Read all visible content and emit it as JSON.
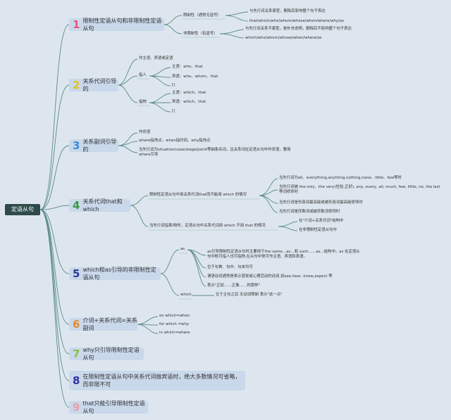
{
  "root": {
    "label": "定语从句"
  },
  "topics": [
    {
      "num": "1",
      "label": "限制性定语从句和非限制性定语从句",
      "num_color": "#e05a78"
    },
    {
      "num": "2",
      "label": "关系代词引导的",
      "num_color": "#e0c020"
    },
    {
      "num": "3",
      "label": "关系副词引导的",
      "num_color": "#3a8ad8"
    },
    {
      "num": "4",
      "label": "关系代词that和which",
      "num_color": "#3a9a3a"
    },
    {
      "num": "5",
      "label": "which和as引导的非限制性定语从句",
      "num_color": "#2a3a9a"
    },
    {
      "num": "6",
      "label": "介词+关系代词=关系副词",
      "num_color": "#e08a30"
    },
    {
      "num": "7",
      "label": "why只引导限制性定语从句",
      "num_color": "#8ac040"
    },
    {
      "num": "8",
      "label": "在限制性定语从句中关系代词做宾语时，绝大多数情况可省略，而非限不可",
      "num_color": "#3030a0"
    },
    {
      "num": "9",
      "label": "that只能引导限制性定语从句",
      "num_color": "#e8a0b0"
    }
  ],
  "t1": {
    "restrictive": "限制性（通常无逗号）",
    "restrictive_desc": "与先行词关系紧密，删除后影响整个句子表达",
    "restrictive_words": "that/which/who/whom/whose/when/where/why/as",
    "nonrestrictive": "非限制性（有逗号）",
    "nonrestrictive_desc": "与先行词关系不紧密，是补充说明，删除后不影响整个句子表达",
    "nonrestrictive_words": "which/who/whom/whose/when/where/as"
  },
  "t2": {
    "roles": "作主语、宾语或定语",
    "person": "指人",
    "person_subj": "主语：who、that",
    "person_obj": "宾语：who、whom、that",
    "person_etc": "[]",
    "thing": "指物",
    "thing_subj": "主语：which、that",
    "thing_obj": "宾语：which、that",
    "thing_etc": "[]"
  },
  "t3": {
    "adverbial": "作状语",
    "where_when": "where指地点，when指时间，why指地点",
    "antecedent": "当先行词为situation/case/stage/point等抽象名词，且关系词在定语从句中作状语，要用where引导"
  },
  "t4": {
    "only_that": "限制性定语从句中用关系代词that而不能用 which 的情况",
    "c1": "当先行词为all、everything,anything,nothing,none、little、few等时",
    "c2": "当先行词被 the only、the very(恰恰,正好), any, every, all, much, few, little, no, the last 等词修饰时",
    "c3": "当先行词是形容词最高级或被形容词最高级修饰时",
    "c4": "当先行词是序数词或被序数词修饰时",
    "only_which": "当先行词指事/物时，定语从句中关系代词用 which 不用 that 的情况",
    "w1": "在\"介词+关系代词\"结构中",
    "w2": "在非限制性定语从句中"
  },
  "t5": {
    "as": "as",
    "as1": "as引导限制性定语从句时主要用于the same…as…和 such……as…结构中。as 在定语从句中既可指人也可指物,在从句中常可作主语、宾语和表语。",
    "as2": "位于句首、句中、句末均可",
    "as3": "谓语动词通常是表示感觉或心理活动的动词,如see,hear, know,expect 等",
    "as4": "表示\"正如……正像……的那样\"",
    "which": "which",
    "which1": "位于主句之后 无动词限制 表示\"这一点\""
  },
  "t6": {
    "p1": "on which=when",
    "p2": "for which =why",
    "p3": "in which=where"
  }
}
